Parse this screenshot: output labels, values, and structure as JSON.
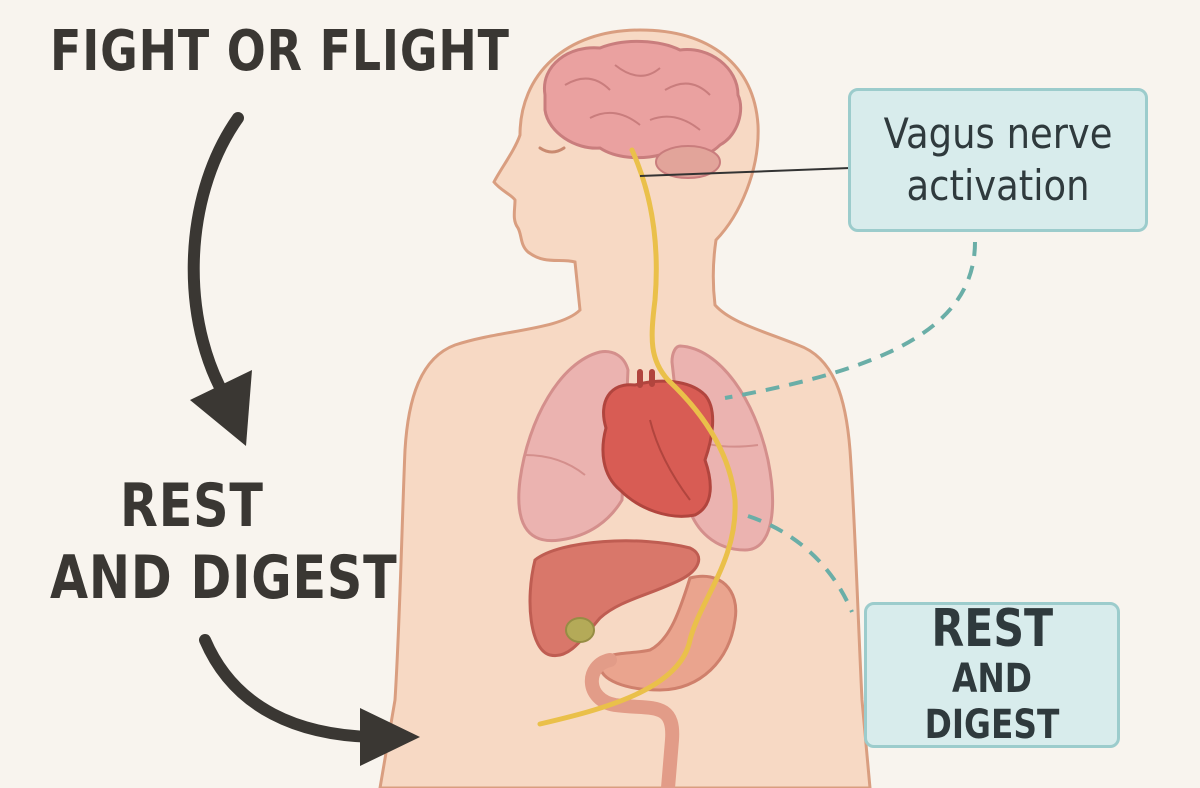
{
  "labels": {
    "fight_or_flight": "FIGHT OR FLIGHT",
    "rest_line1": "REST",
    "rest_line2": "AND DIGEST"
  },
  "callouts": {
    "vagus_line1": "Vagus nerve",
    "vagus_line2": "activation",
    "rest_line1": "REST",
    "rest_line2": "AND DIGEST"
  },
  "colors": {
    "background": "#f8f4ee",
    "skin": "#f7d9c4",
    "outline": "#d99e80",
    "nerve": "#eac04a",
    "callout_fill": "#d8ecec",
    "callout_border": "#9ccccc",
    "dash": "#6aaea7",
    "arrow": "#3a3733"
  }
}
